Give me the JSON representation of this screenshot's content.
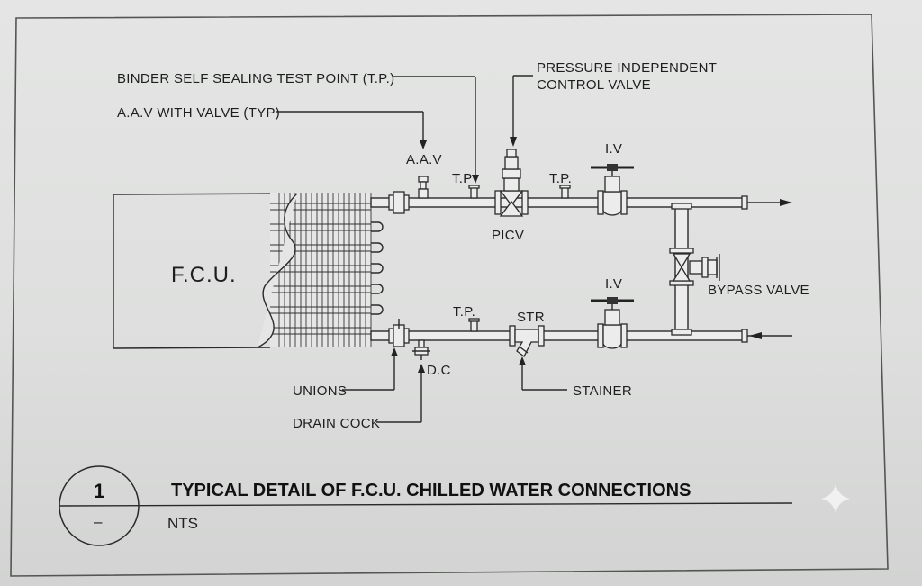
{
  "labels": {
    "binder": "BINDER SELF SEALING TEST POINT (T.P.)",
    "aav_note": "A.A.V WITH VALVE (TYP)",
    "aav": "A.A.V",
    "tp": "T.P",
    "tp_dot": "T.P.",
    "tp_lower": "T.P.",
    "picv_desc_1": "PRESSURE INDEPENDENT",
    "picv_desc_2": "CONTROL VALVE",
    "picv": "PICV",
    "iv_top": "I.V",
    "iv_bottom": "I.V",
    "fcu": "F.C.U.",
    "bypass": "BYPASS VALVE",
    "str": "STR",
    "unions": "UNIONS",
    "dc": "D.C",
    "drain_cock": "DRAIN COCK",
    "strainer": "STAINER"
  },
  "title_block": {
    "number": "1",
    "dash": "–",
    "title": "TYPICAL DETAIL OF F.C.U. CHILLED WATER CONNECTIONS",
    "scale": "NTS"
  }
}
